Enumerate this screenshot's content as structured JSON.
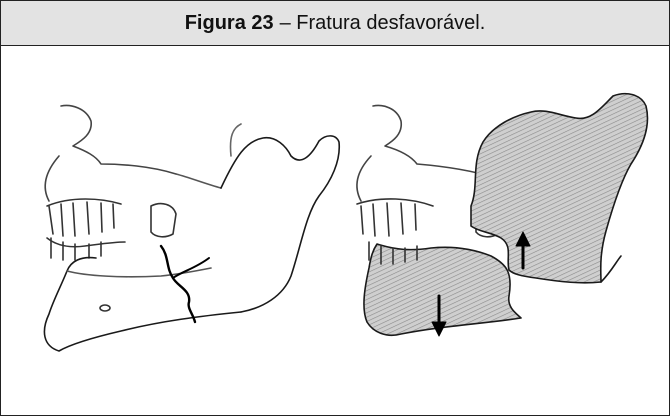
{
  "caption": {
    "label": "Figura 23",
    "text": "– Fratura desfavorável."
  },
  "figure": {
    "left_panel": "mandible-with-fracture-line",
    "right_panel": "displaced-fracture-segments",
    "arrow_left": "down-arrow",
    "arrow_right": "up-arrow",
    "colors": {
      "line": "#1a1a1a",
      "hatch": "#9a9a9a",
      "fill": "#c9c9c9"
    }
  }
}
